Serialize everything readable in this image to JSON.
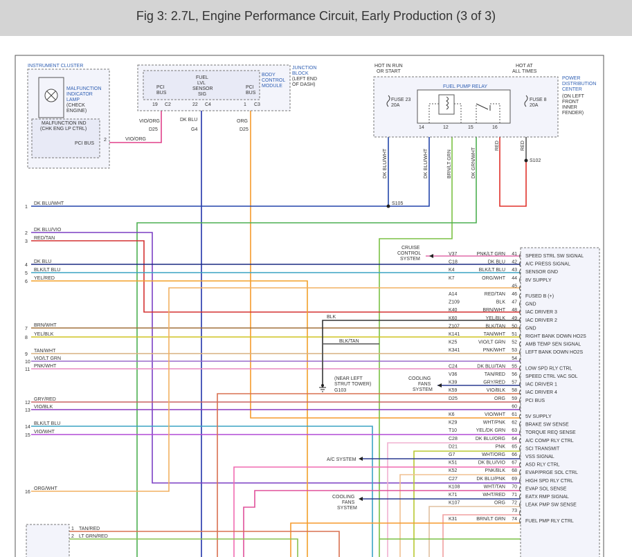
{
  "title": "Fig 3: 2.7L, Engine Performance Circuit, Early Production (3 of 3)",
  "colors": {
    "blue_label": "#2f5fb3",
    "box_fill": "#e8eaf6",
    "wire_text": "#222222"
  },
  "instrument_cluster": {
    "title": "INSTRUMENT CLUSTER",
    "lamp_label": [
      "MALFUNCTION",
      "INDICATOR",
      "LAMP"
    ],
    "lamp_sub": [
      "(CHECK",
      "ENGINE)"
    ],
    "module_label": [
      "MALFUNCTION IND",
      "(CHK ENG LP CTRL)"
    ],
    "pci_bus": "PCI BUS",
    "pin": "2",
    "wire_color": "VIO/ORG"
  },
  "junction_block": {
    "title": [
      "JUNCTION",
      "BLOCK",
      "(LEFT END",
      "OF DASH)"
    ],
    "module_title": [
      "BODY",
      "CONTROL",
      "MODULE"
    ],
    "pci_left": [
      "PCI",
      "BUS"
    ],
    "fuel_sensor": [
      "FUEL",
      "LVL",
      "SENSOR",
      "SIG"
    ],
    "pci_right": [
      "PCI",
      "BUS"
    ],
    "pins": [
      {
        "num": "19",
        "conn": "C2"
      },
      {
        "num": "22",
        "conn": "C4"
      },
      {
        "num": "1",
        "conn": "C3"
      }
    ],
    "wires": [
      {
        "color": "VIO/ORG",
        "circuit": "D25"
      },
      {
        "color": "DK BLU",
        "circuit": "G4"
      },
      {
        "color": "ORG",
        "circuit": "D25"
      }
    ]
  },
  "pdc": {
    "hot_run": [
      "HOT IN RUN",
      "OR START"
    ],
    "hot_all": [
      "HOT AT",
      "ALL TIMES"
    ],
    "title": [
      "POWER",
      "DISTRIBUTION",
      "CENTER"
    ],
    "location": [
      "(ON LEFT",
      "FRONT",
      "INNER",
      "FENDER)"
    ],
    "relay": "FUEL PUMP RELAY",
    "fuse23": [
      "FUSE 23",
      "20A"
    ],
    "fuse8": [
      "FUSE 8",
      "20A"
    ],
    "relay_pins": [
      "14",
      "12",
      "15",
      "16"
    ],
    "wires": [
      "DK BLU/WHT",
      "DK BLU/WHT",
      "BRN/LT GRN",
      "DK GRN/WHT",
      "RED",
      "RED"
    ],
    "splices": [
      "S105",
      "S102"
    ]
  },
  "left_wires": [
    {
      "num": "1",
      "color": "DK BLU/WHT"
    },
    {
      "num": "2",
      "color": "DK BLU/VIO"
    },
    {
      "num": "3",
      "color": "RED/TAN"
    },
    {
      "num": "4",
      "color": "DK BLU"
    },
    {
      "num": "5",
      "color": "BLK/LT BLU"
    },
    {
      "num": "6",
      "color": "YEL/RED"
    },
    {
      "num": "7",
      "color": "BRN/WHT"
    },
    {
      "num": "8",
      "color": "YEL/BLK"
    },
    {
      "num": "9",
      "color": "TAN/WHT"
    },
    {
      "num": "10",
      "color": "VIO/LT GRN"
    },
    {
      "num": "11",
      "color": "PNK/WHT"
    },
    {
      "num": "12",
      "color": "GRY/RED"
    },
    {
      "num": "13",
      "color": "VIO/BLK"
    },
    {
      "num": "14",
      "color": "BLK/LT BLU"
    },
    {
      "num": "15",
      "color": "VIO/WHT"
    },
    {
      "num": "16",
      "color": "ORG/WHT"
    }
  ],
  "bottom_left_wires": [
    {
      "num": "1",
      "color": "TAN/RED"
    },
    {
      "num": "2",
      "color": "LT GRN/RED"
    }
  ],
  "callouts": {
    "cruise": [
      "CRUISE",
      "CONTROL",
      "SYSTEM"
    ],
    "cooling1": [
      "COOLING",
      "FANS",
      "SYSTEM"
    ],
    "ac": "A/C SYSTEM",
    "cooling2": [
      "COOLING",
      "FANS",
      "SYSTEM"
    ],
    "ground": [
      "(NEAR LEFT",
      "STRUT TOWER)",
      "G103"
    ],
    "blk": "BLK",
    "blk_tan": "BLK/TAN"
  },
  "pcm_pins": [
    {
      "pin": "41",
      "circuit": "V37",
      "color": "PNK/LT GRN",
      "label": "SPEED STRL SW SIGNAL"
    },
    {
      "pin": "42",
      "circuit": "C18",
      "color": "DK BLU",
      "label": "A/C PRESS SIGNAL"
    },
    {
      "pin": "43",
      "circuit": "K4",
      "color": "BLK/LT BLU",
      "label": "SENSOR GND"
    },
    {
      "pin": "44",
      "circuit": "K7",
      "color": "ORG/WHT",
      "label": "8V SUPPLY"
    },
    {
      "pin": "45",
      "circuit": "",
      "color": "",
      "label": ""
    },
    {
      "pin": "46",
      "circuit": "A14",
      "color": "RED/TAN",
      "label": "FUSED B (+)"
    },
    {
      "pin": "47",
      "circuit": "Z109",
      "color": "BLK",
      "label": "GND"
    },
    {
      "pin": "48",
      "circuit": "K40",
      "color": "BRN/WHT",
      "label": "IAC DRIVER 3"
    },
    {
      "pin": "49",
      "circuit": "K60",
      "color": "YEL/BLK",
      "label": "IAC DRIVER 2"
    },
    {
      "pin": "50",
      "circuit": "Z107",
      "color": "BLK/TAN",
      "label": "GND"
    },
    {
      "pin": "51",
      "circuit": "K141",
      "color": "TAN/WHT",
      "label": "RIGHT BANK DOWN HO2S"
    },
    {
      "pin": "52",
      "circuit": "K25",
      "color": "VIO/LT GRN",
      "label": "AMB TEMP SEN SIGNAL"
    },
    {
      "pin": "53",
      "circuit": "K341",
      "color": "PNK/WHT",
      "label": "LEFT BANK DOWN HO2S"
    },
    {
      "pin": "54",
      "circuit": "",
      "color": "",
      "label": ""
    },
    {
      "pin": "55",
      "circuit": "C24",
      "color": "DK BLU/TAN",
      "label": "LOW SPD RLY CTRL"
    },
    {
      "pin": "56",
      "circuit": "V36",
      "color": "TAN/RED",
      "label": "SPEED CTRL VAC SOL"
    },
    {
      "pin": "57",
      "circuit": "K39",
      "color": "GRY/RED",
      "label": "IAC DRIVER 1"
    },
    {
      "pin": "58",
      "circuit": "K59",
      "color": "VIO/BLK",
      "label": "IAC DRIVER 4"
    },
    {
      "pin": "59",
      "circuit": "D25",
      "color": "ORG",
      "label": "PCI BUS"
    },
    {
      "pin": "60",
      "circuit": "",
      "color": "",
      "label": ""
    },
    {
      "pin": "61",
      "circuit": "K6",
      "color": "VIO/WHT",
      "label": "5V SUPPLY"
    },
    {
      "pin": "62",
      "circuit": "K29",
      "color": "WHT/PNK",
      "label": "BRAKE SW SENSE"
    },
    {
      "pin": "63",
      "circuit": "T10",
      "color": "YEL/DK GRN",
      "label": "TORQUE REQ SENSE"
    },
    {
      "pin": "64",
      "circuit": "C28",
      "color": "DK BLU/ORG",
      "label": "A/C COMP RLY CTRL"
    },
    {
      "pin": "65",
      "circuit": "D21",
      "color": "PNK",
      "label": "SCI TRANSMIT"
    },
    {
      "pin": "66",
      "circuit": "G7",
      "color": "WHT/ORG",
      "label": "VSS SIGNAL"
    },
    {
      "pin": "67",
      "circuit": "K51",
      "color": "DK BLU/VIO",
      "label": "ASD RLY CTRL"
    },
    {
      "pin": "68",
      "circuit": "K52",
      "color": "PNK/BLK",
      "label": "EVAP/PRGE SOL CTRL"
    },
    {
      "pin": "69",
      "circuit": "C27",
      "color": "DK BLU/PNK",
      "label": "HIGH SPD RLY CTRL"
    },
    {
      "pin": "70",
      "circuit": "K108",
      "color": "WHT/TAN",
      "label": "EVAP SOL SENSE"
    },
    {
      "pin": "71",
      "circuit": "K71",
      "color": "WHT/RED",
      "label": "EATX RMP SIGNAL"
    },
    {
      "pin": "72",
      "circuit": "K107",
      "color": "ORG",
      "label": "LEAK PMP SW SENSE"
    },
    {
      "pin": "73",
      "circuit": "",
      "color": "",
      "label": ""
    },
    {
      "pin": "74",
      "circuit": "K31",
      "color": "BRN/LT GRN",
      "label": "FUEL PMP RLY CTRL"
    }
  ]
}
